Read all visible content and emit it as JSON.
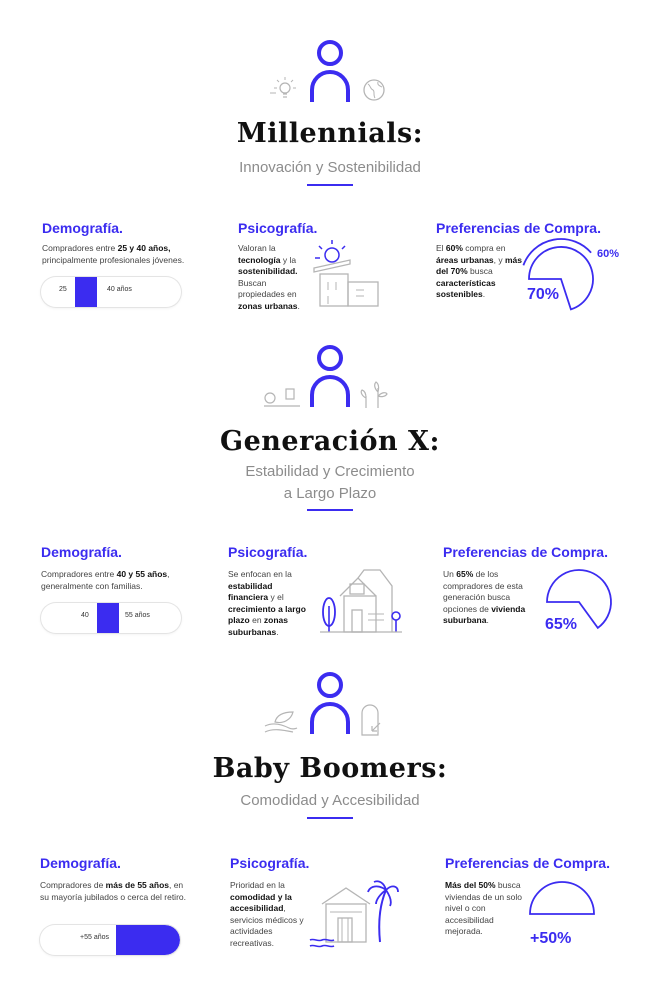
{
  "colors": {
    "accent": "#3b2cf0",
    "gray": "#b5b5b5",
    "text": "#444444"
  },
  "sections": [
    {
      "title": "Millennials:",
      "subtitle": "Innovación y Sostenibilidad",
      "icons": [
        "person-icon",
        "lightbulb-icon",
        "globe-icon"
      ],
      "demografia": {
        "heading": "Demografía.",
        "pre": "Compradores entre ",
        "bold": "25 y 40 años,",
        "post": " principalmente profesionales jóvenes.",
        "left_label": "25",
        "right_label": "40 años"
      },
      "psicografia": {
        "heading": "Psicografía.",
        "t1": "Valoran la ",
        "b1": "tecnología",
        "t2": " y la ",
        "b2": "sostenibilidad.",
        "t3": " Buscan propiedades en ",
        "b3": "zonas urbanas",
        "t4": ".",
        "icon": "solar-building-icon"
      },
      "preferencias": {
        "heading": "Preferencias de Compra.",
        "t1": "El ",
        "b1": "60%",
        "t2": " compra en ",
        "b2": "áreas urbanas",
        "t3": ", y ",
        "b3": "más del 70%",
        "t4": " busca ",
        "b4": "características sostenibles",
        "t5": ".",
        "big_label": "70%",
        "small_label": "60%",
        "value_big": 70,
        "value_small": 60
      }
    },
    {
      "title": "Generación X:",
      "subtitle_l1": "Estabilidad y Crecimiento",
      "subtitle_l2": "a Largo Plazo",
      "icons": [
        "person-icon",
        "scale-icon",
        "plant-icon"
      ],
      "demografia": {
        "heading": "Demografía.",
        "pre": "Compradores entre ",
        "bold": "40 y 55 años",
        "post": ", generalmente con familias.",
        "left_label": "40",
        "right_label": "55 años"
      },
      "psicografia": {
        "heading": "Psicografía.",
        "t1": "Se enfocan en la ",
        "b1": "estabilidad financiera",
        "t2": " y el ",
        "b2": "crecimiento a largo plazo",
        "t3": " en ",
        "b3": "zonas suburbanas",
        "t4": ".",
        "icon": "suburban-house-icon"
      },
      "preferencias": {
        "heading": "Preferencias de Compra.",
        "t1": " Un ",
        "b1": "65%",
        "t2": " de los compradores de esta generación busca opciones de ",
        "b2": "vivienda suburbana",
        "t3": ".",
        "big_label": "65%",
        "value_big": 65
      }
    },
    {
      "title": "Baby Boomers:",
      "subtitle": "Comodidad y Accesibilidad",
      "icons": [
        "person-icon",
        "hand-leaf-icon",
        "door-icon"
      ],
      "demografia": {
        "heading": "Demografía.",
        "pre": "Compradores de ",
        "bold": "más de 55 años",
        "post": ", en su mayoría jubilados o cerca del retiro.",
        "left_label": "+55 años"
      },
      "psicografia": {
        "heading": "Psicografía.",
        "t1": "Prioridad en la ",
        "b1": "comodidad y la accesibilidad",
        "t2": ", servicios médicos y actividades recreativas.",
        "icon": "beach-house-icon"
      },
      "preferencias": {
        "heading": "Preferencias de Compra.",
        "b1": "Más del 50%",
        "t1": " busca viviendas de un solo nivel o con accesibilidad mejorada.",
        "big_label": "+50%",
        "value_big": 50
      }
    }
  ]
}
